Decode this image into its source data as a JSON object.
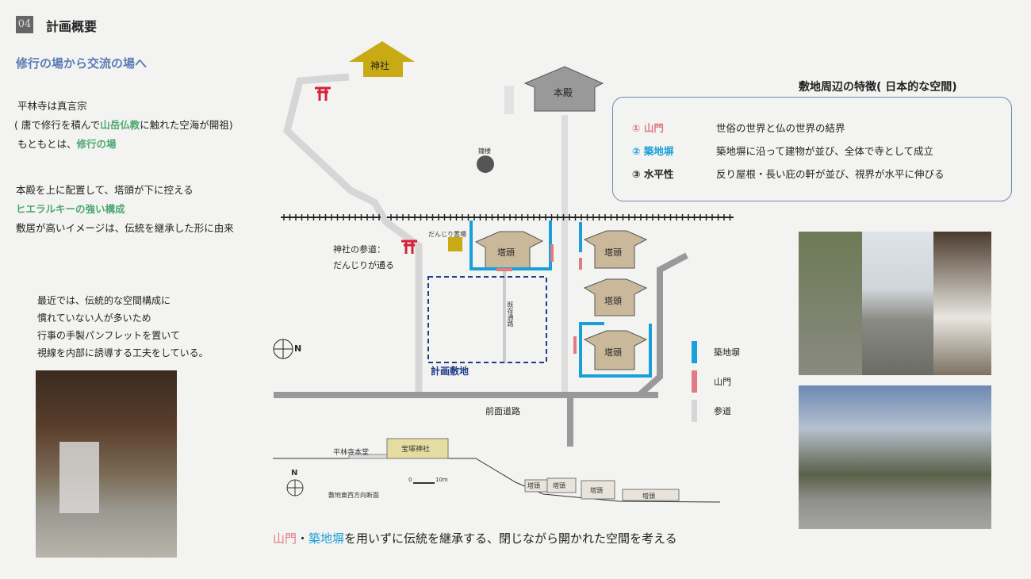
{
  "header": {
    "number": "04",
    "title": "計画概要"
  },
  "subtitle": "修行の場から交流の場へ",
  "intro": {
    "line1": "平林寺は真言宗",
    "line2_a": "( 唐で修行を積んで",
    "line2_hl": "山岳仏教",
    "line2_b": "に触れた空海が開祖)",
    "line3_a": "もともとは、",
    "line3_hl": "修行の場"
  },
  "hierarchy": {
    "line1": "本殿を上に配置して、塔頭が下に控える",
    "line2_hl": "ヒエラルキーの強い構成",
    "line3": "敷居が高いイメージは、伝統を継承した形に由来"
  },
  "recent": {
    "lines": [
      "最近では、伝統的な空間構成に",
      "慣れていない人が多いため",
      "行事の手製パンフレットを置いて",
      "視線を内部に誘導する工夫をしている。"
    ]
  },
  "features": {
    "title": "敷地周辺の特徴( 日本的な空間)",
    "items": [
      {
        "key": "① 山門",
        "sep": "：",
        "desc": "世俗の世界と仏の世界の結界",
        "color": "#e07a85"
      },
      {
        "key": "② 築地塀",
        "sep": "：",
        "desc": "築地塀に沿って建物が並び、全体で寺として成立",
        "color": "#1aa0d8"
      },
      {
        "key": "③ 水平性",
        "sep": "：",
        "desc": "反り屋根・長い庇の軒が並び、視界が水平に伸びる",
        "color": "#222222"
      }
    ]
  },
  "map": {
    "shrine": "神社",
    "main_hall": "本殿",
    "bell": "鐘楼",
    "tatchu": "塔頭",
    "danjiri_place": "だんじり置場",
    "sando_note1": "神社の参道：",
    "sando_note2": "だんじりが通る",
    "existing_path": "既存通路",
    "site": "計画敷地",
    "front_road": "前面道路",
    "north": "N"
  },
  "legend": [
    {
      "label": "築地塀",
      "color": "#1aa0d8"
    },
    {
      "label": "山門",
      "color": "#e07a85"
    },
    {
      "label": "参道",
      "color": "#d6d6d6"
    }
  ],
  "section": {
    "hondo": "平林寺本堂",
    "takarazuka": "宝塚神社",
    "tatchu": "塔頭",
    "scale0": "0",
    "scale10": "10m",
    "caption": "敷地東西方向断面",
    "north": "N"
  },
  "conclusion": {
    "a": "山門",
    "dot": "・",
    "b": "築地塀",
    "rest": "を用いずに伝統を継承する、閉じながら開かれた空間を考える"
  },
  "colors": {
    "pink": "#e07a85",
    "blue": "#1aa0d8",
    "green": "#4fa870",
    "navy": "#1f3d8c"
  }
}
